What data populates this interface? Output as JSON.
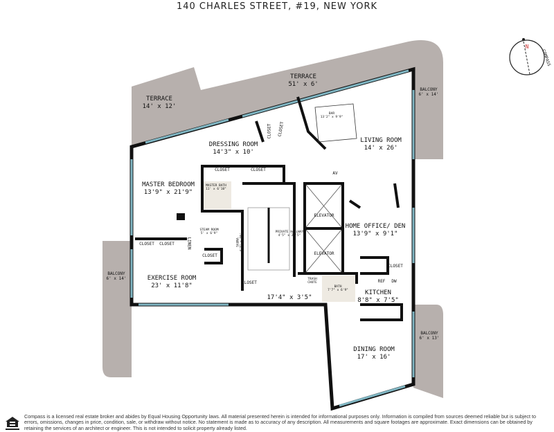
{
  "header": {
    "title": "140 CHARLES STREET, #19, NEW YORK"
  },
  "compass": {
    "north": "N",
    "text": "COMPASS"
  },
  "colors": {
    "wall": "#111111",
    "window": "#7fb5c2",
    "terrace": "#b7b0ad",
    "bath_floor": "#eeeae2"
  },
  "rooms": [
    {
      "name": "TERRACE",
      "dims": "14' x 12'"
    },
    {
      "name": "TERRACE",
      "dims": "51' x 6'"
    },
    {
      "name": "BALCONY",
      "dims": "6' x 14'"
    },
    {
      "name": "DRESSING ROOM",
      "dims": "14'3\" x 10'"
    },
    {
      "name": "LIVING ROOM",
      "dims": "14' x 26'"
    },
    {
      "name": "BAR",
      "dims": "13'2\" x 9'9\""
    },
    {
      "name": "MASTER BEDROOM",
      "dims": "13'9\" x 21'9\""
    },
    {
      "name": "MASTER BATH",
      "dims": "11' x 6'10\""
    },
    {
      "name": "STEAM ROOM",
      "dims": "5' x 6'9\""
    },
    {
      "name": "SAUNA",
      "dims": "4'7\" x 10'"
    },
    {
      "name": "PRIVATE HALLWAY",
      "dims": "4'5\" x 21'5\""
    },
    {
      "name": "HOME OFFICE/ DEN",
      "dims": "13'9\" x 9'1\""
    },
    {
      "name": "BALCONY",
      "dims": "6' x 14'"
    },
    {
      "name": "EXERCISE ROOM",
      "dims": "23' x 11'8\""
    },
    {
      "name": "",
      "dims": "17'4\" x 3'5\""
    },
    {
      "name": "KITCHEN",
      "dims": "8'8\" x 7'5\""
    },
    {
      "name": "BALCONY",
      "dims": "6' x 13'"
    },
    {
      "name": "DINING ROOM",
      "dims": "17' x 16'"
    },
    {
      "name": "BATH",
      "dims": "7'7\" x 6'9\""
    }
  ],
  "small_labels": {
    "closet": "CLOSET",
    "linen": "LINEN",
    "elevator": "ELEVATOR",
    "av": "AV",
    "trash": "TRASH CHUTE",
    "ref": "REF",
    "dw": "DW"
  },
  "footer": {
    "disclaimer": "Compass is a licensed real estate broker and abides by Equal Housing Opportunity laws. All material presented herein is intended for informational purposes only. Information is compiled from sources deemed reliable but is subject to errors, omissions, changes in price, condition, sale, or withdraw without notice. No statement is made as to accuracy of any description. All measurements and square footages are approximate. Exact dimensions can be obtained by retaining the services of an architect or engineer. This is not intended to solicit property already listed.",
    "equal_housing_logo": "EQUAL HOUSING OPPORTUNITY"
  }
}
